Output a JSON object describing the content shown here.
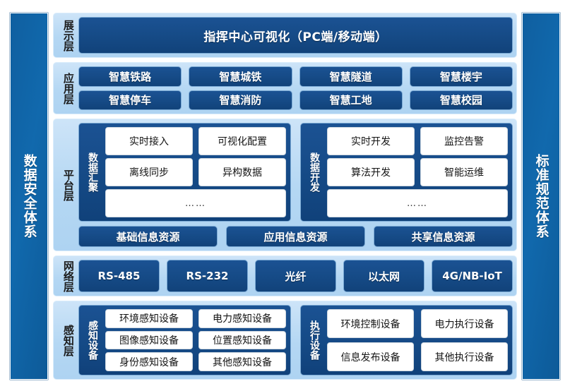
{
  "left_pillar": {
    "label": "数据安全体系"
  },
  "right_pillar": {
    "label": "标准规范体系"
  },
  "layers": {
    "presentation": {
      "label": "展示层",
      "box": "指挥中心可视化（PC端/移动端）"
    },
    "application": {
      "label": "应用层",
      "items": [
        "智慧铁路",
        "智慧城铁",
        "智慧隧道",
        "智慧楼宇",
        "智慧停车",
        "智慧消防",
        "智慧工地",
        "智慧校园"
      ]
    },
    "platform": {
      "label": "平台层",
      "groups": [
        {
          "label": "数据汇聚",
          "items": [
            "实时接入",
            "可视化配置",
            "离线同步",
            "异构数据"
          ],
          "more": "……"
        },
        {
          "label": "数据开发",
          "items": [
            "实时开发",
            "监控告警",
            "算法开发",
            "智能运维"
          ],
          "more": "……"
        }
      ],
      "resources": [
        "基础信息资源",
        "应用信息资源",
        "共享信息资源"
      ]
    },
    "network": {
      "label": "网络层",
      "items": [
        "RS-485",
        "RS-232",
        "光纤",
        "以太网",
        "4G/NB-IoT"
      ]
    },
    "sensing": {
      "label": "感知层",
      "groups": [
        {
          "label": "感知设备",
          "items": [
            "环境感知设备",
            "电力感知设备",
            "图像感知设备",
            "位置感知设备",
            "身份感知设备",
            "其他感知设备"
          ]
        },
        {
          "label": "执行设备",
          "items": [
            "环境控制设备",
            "电力执行设备",
            "信息发布设备",
            "其他执行设备"
          ]
        }
      ]
    }
  },
  "colors": {
    "page_background": "#4c6b48",
    "diagram_background": "#ffffff",
    "layer_background": "#b4d7f3",
    "dark_blue": "#16508c",
    "pillar_blue": "#1169ad",
    "white_box": "#ffffff"
  }
}
